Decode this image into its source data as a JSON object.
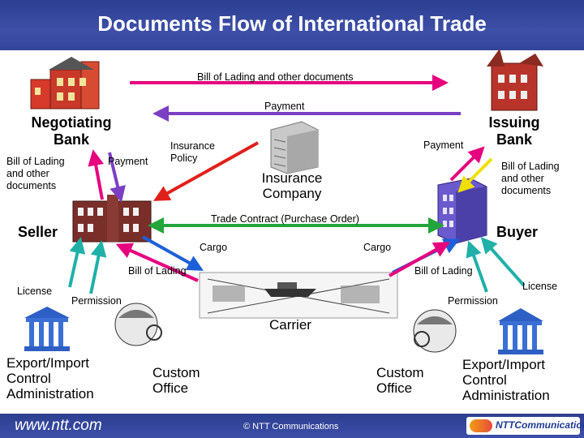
{
  "title": "Documents Flow of International Trade",
  "labels": {
    "bill_of_lading_top": "Bill of Lading  and other documents",
    "payment_top": "Payment",
    "negotiating_bank": [
      "Negotiating",
      "Bank"
    ],
    "issuing_bank": [
      "Issuing",
      "Bank"
    ],
    "seller_docs": [
      "Bill of Lading",
      "and other",
      "documents"
    ],
    "payment_left": "Payment",
    "insurance_policy": [
      "Insurance",
      "Policy"
    ],
    "insurance_company": [
      "Insurance",
      "Company"
    ],
    "payment_right": "Payment",
    "buyer_docs": [
      "Bill of Lading",
      "and other",
      "documents"
    ],
    "trade_contract": "Trade Contract (Purchase Order)",
    "seller": "Seller",
    "buyer": "Buyer",
    "cargo_left": "Cargo",
    "cargo_right": "Cargo",
    "bill_of_lading_left": "Bill of Lading",
    "bill_of_lading_right": "Bill of  Lading",
    "license_left": "License",
    "license_right": "License",
    "permission_left": "Permission",
    "permission_right": "Permission",
    "carrier": "Carrier",
    "export_import_left": [
      "Export/Import",
      "Control",
      "Administration"
    ],
    "export_import_right": [
      "Export/Import",
      "Control",
      "Administration"
    ],
    "custom_office_left": [
      "Custom",
      "Office"
    ],
    "custom_office_right": [
      "Custom",
      "Office"
    ]
  },
  "footer": {
    "url": "www.ntt.com",
    "copyright": "© NTT Communications",
    "logo_text": "NTTCommunications"
  },
  "colors": {
    "title_bar": "#3344a0",
    "arrow_pink": "#e6007e",
    "arrow_purple": "#7b3fc4",
    "arrow_green": "#22a63a",
    "arrow_red": "#e0201b",
    "arrow_yellow": "#f0e000",
    "arrow_blue": "#1d5fd8",
    "arrow_teal": "#1fb0a8"
  }
}
